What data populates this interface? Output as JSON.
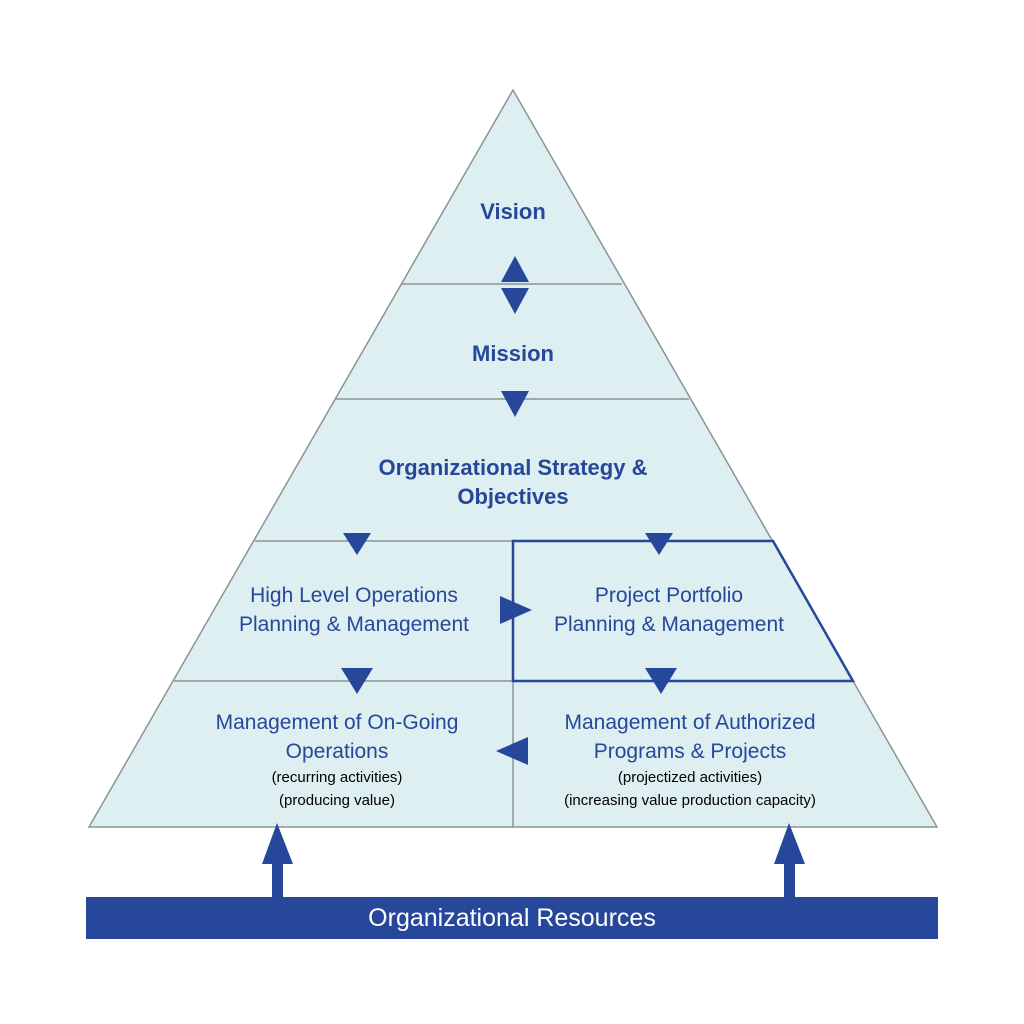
{
  "colors": {
    "fill": "#ddeff0",
    "line": "#8a9494",
    "accent": "#27479a",
    "resource_text": "#ffffff",
    "sub_text": "#000000"
  },
  "pyramid": {
    "vision": "Vision",
    "mission": "Mission",
    "strategy_line1": "Organizational Strategy &",
    "strategy_line2": "Objectives",
    "ops_planning_line1": "High Level Operations",
    "ops_planning_line2": "Planning & Management",
    "portfolio_line1": "Project Portfolio",
    "portfolio_line2": "Planning & Management",
    "ongoing_line1": "Management of On-Going",
    "ongoing_line2": "Operations",
    "ongoing_sub1": "(recurring activities)",
    "ongoing_sub2": "(producing value)",
    "authorized_line1": "Management of Authorized",
    "authorized_line2": "Programs & Projects",
    "authorized_sub1": "(projectized activities)",
    "authorized_sub2": "(increasing value production capacity)"
  },
  "resources": {
    "label": "Organizational Resources"
  }
}
